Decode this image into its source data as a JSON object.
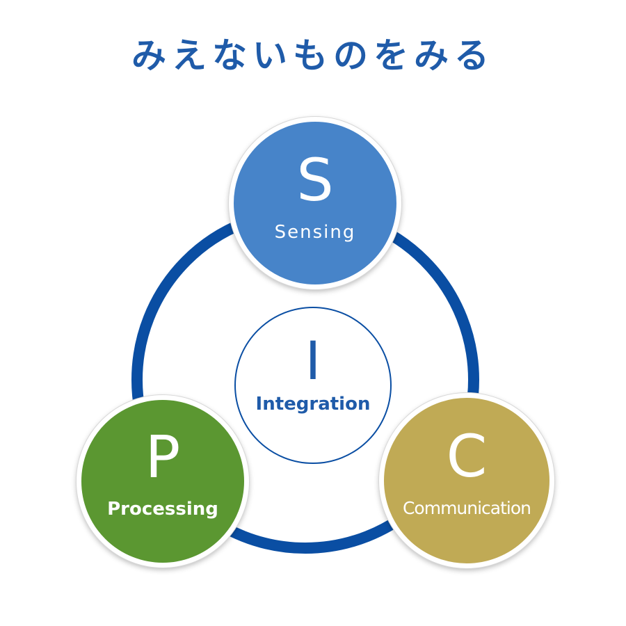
{
  "title": "みえないものをみる",
  "colors": {
    "title": "#1f5ba9",
    "ring": "#0a4ea3",
    "sensing": "#4784c9",
    "processing": "#5b9731",
    "communication": "#c0aa55",
    "integration_text": "#1f5ba9"
  },
  "nodes": {
    "sensing": {
      "letter": "S",
      "label": "Sensing"
    },
    "processing": {
      "letter": "P",
      "label": "Processing"
    },
    "communication": {
      "letter": "C",
      "label": "Communication"
    },
    "integration": {
      "letter": "I",
      "label": "Integration"
    }
  }
}
